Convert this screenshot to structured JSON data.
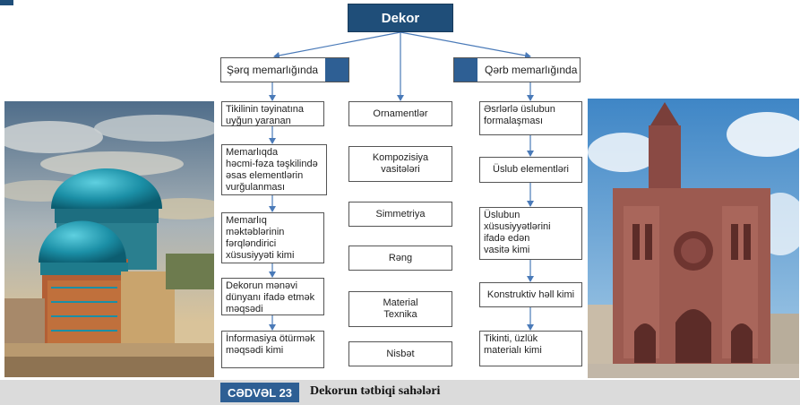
{
  "diagram": {
    "title": "Dekor",
    "left_header": "Şərq memarlığında",
    "right_header": "Qərb memarlığında",
    "left_items": [
      "Tikilinin təyinatına\nuyğun yaranan",
      "Memarlıqda\nhəcmi-fəza təşkilində\nəsas elementlərin\nvurğulanması",
      "Memarlıq\nməktəblərinin\nfərqləndirici\nxüsusiyyəti kimi",
      "Dekorun mənəvi\ndünyanı ifadə etmək\nməqsədi",
      "İnformasiya ötürmək\nməqsədi kimi"
    ],
    "middle_items": [
      "Ornamentlər",
      "Kompozisiya\nvasitələri",
      "Simmetriya",
      "Rəng",
      "Material\nTexnika",
      "Nisbət"
    ],
    "right_items": [
      "Əsrlərlə üslubun\nformalaşması",
      "Üslub elementləri",
      "Üslubun\nxüsusiyyətlərini\nifadə edən\nvasitə kimi",
      "Konstruktiv həll kimi",
      "Tikinti, üzlük\nmaterialı kimi"
    ]
  },
  "footer": {
    "tag": "CƏDVƏL 23",
    "caption": "Dekorun tətbiqi sahələri"
  },
  "colors": {
    "primary_blue": "#1f4e79",
    "accent_blue": "#2e5f94",
    "arrow_blue": "#4a7ab8",
    "footer_gray": "#dbdbdb"
  },
  "images": {
    "left": "turquoise-domed-mausoleum-photo",
    "right": "gothic-cathedral-photo"
  }
}
